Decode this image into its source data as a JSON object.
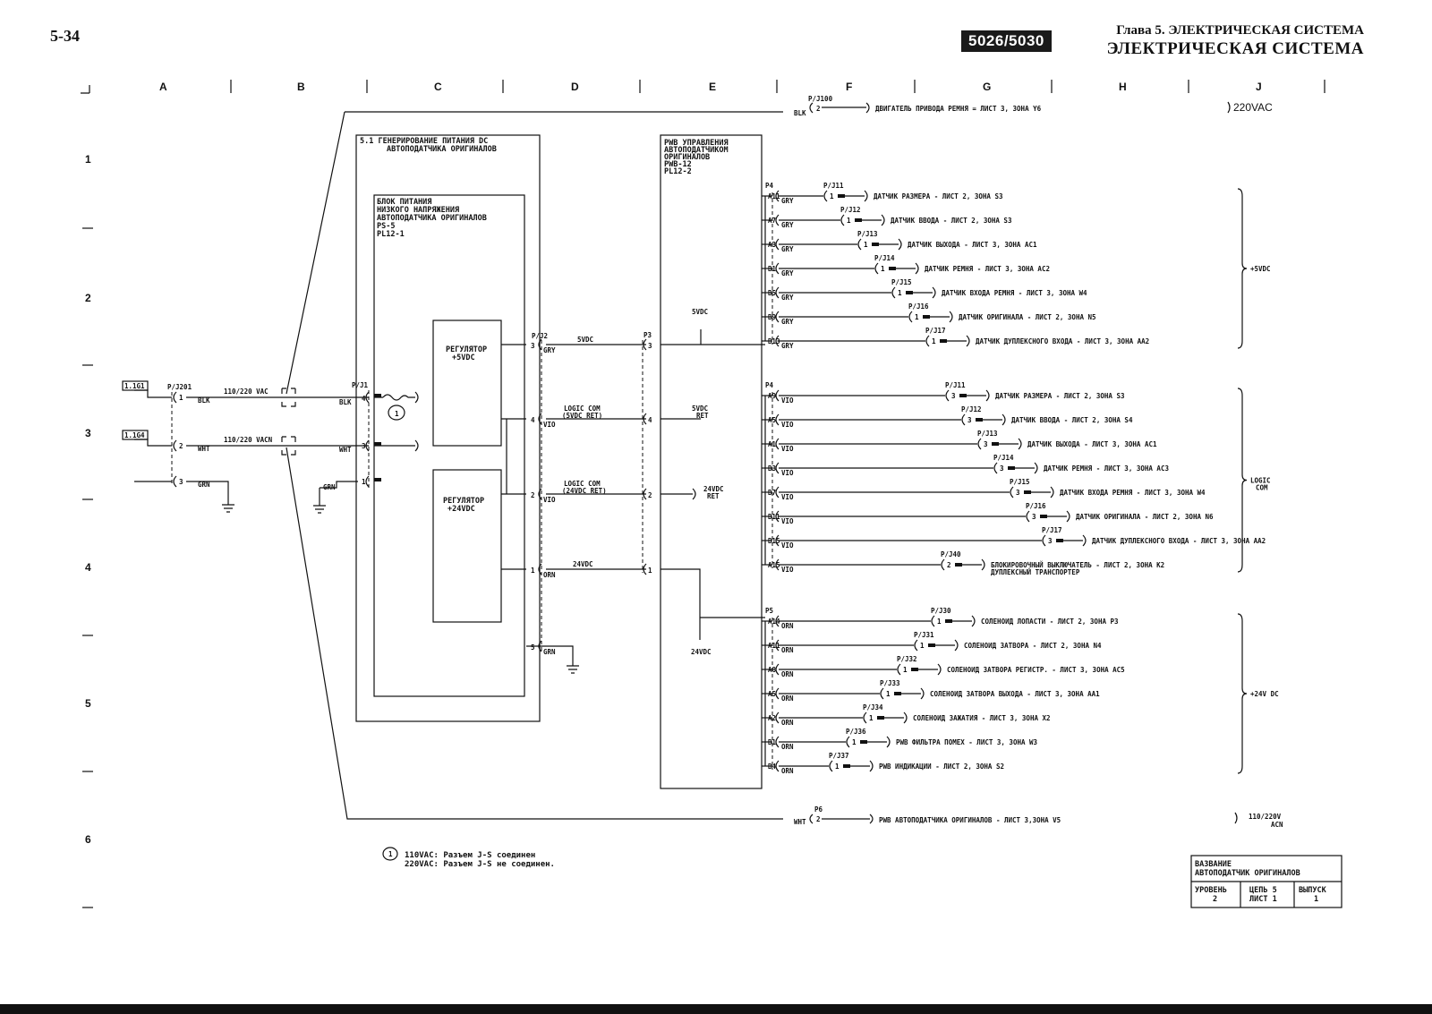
{
  "page": {
    "number": "5-34",
    "model": "5026/5030",
    "chapter": "Глава 5. ЭЛЕКТРИЧЕСКАЯ СИСТЕМА",
    "section": "ЭЛЕКТРИЧЕСКАЯ СИСТЕМА"
  },
  "grid": {
    "columns": [
      "A",
      "B",
      "C",
      "D",
      "E",
      "F",
      "G",
      "H",
      "J"
    ],
    "rows": [
      "1",
      "2",
      "3",
      "4",
      "5",
      "6"
    ]
  },
  "blocks": {
    "dc_gen": [
      "5.1 ГЕНЕРИРОВАНИЕ ПИТАНИЯ DC",
      "АВТОПОДАТЧИКА ОРИГИНАЛОВ"
    ],
    "psu": [
      "БЛОК ПИТАНИЯ",
      "НИЗКОГО НАПРЯЖЕНИЯ",
      "АВТОПОДАТЧИКА ОРИГИНАЛОВ",
      "PS-5",
      "PL12-1"
    ],
    "reg5": [
      "РЕГУЛЯТОР",
      "+5VDC"
    ],
    "reg24": [
      "РЕГУЛЯТОР",
      "+24VDC"
    ],
    "pwb": [
      "PWB УПРАВЛЕНИЯ",
      "АВТОПОДАТЧИКОМ",
      "ОРИГИНАЛОВ",
      "PWB-12",
      "PL12-2"
    ]
  },
  "left_side": {
    "refs": [
      "1.1G1",
      "1.1G4"
    ],
    "connector": "P/J201",
    "pins": [
      "1",
      "2",
      "3"
    ],
    "wire_colors": [
      "BLK",
      "WHT",
      "GRN"
    ],
    "line_labels": [
      "110/220 VAC",
      "110/220 VACN"
    ],
    "pj1": "P/J1",
    "pj1_pins": [
      "4",
      "3",
      "1"
    ],
    "pj1_colors": [
      "BLK",
      "WHT",
      "GRN"
    ],
    "note_symbol": "1"
  },
  "mid": {
    "pj2": "P/J2",
    "pj2_pins": [
      "3",
      "4",
      "2",
      "1",
      "5"
    ],
    "pj2_colors": [
      "GRY",
      "VIO",
      "VIO",
      "ORN",
      "GRN"
    ],
    "lines": [
      "5VDC",
      "LOGIC COM",
      "(5VDC RET)",
      "LOGIC COM",
      "(24VDC RET)",
      "24VDC"
    ],
    "p3": "P3",
    "p3_pins": [
      "3",
      "4",
      "2",
      "1"
    ],
    "pwb_labels": [
      "5VDC",
      "5VDC",
      "RET",
      "24VDC",
      "RET",
      "24VDC"
    ]
  },
  "top_line": {
    "connector": "P/J100",
    "pin": "2",
    "color": "BLK",
    "text": "ДВИГАТЕЛЬ ПРИВОДА РЕМНЯ = ЛИСТ 3, ЗОНА Y6",
    "voltage": "220VAC"
  },
  "bottom_line": {
    "connector": "P6",
    "pin": "2",
    "color": "WHT",
    "text": "PWB АВТОПОДАТЧИКА ОРИГИНАЛОВ - ЛИСТ 3,ЗОНА V5",
    "voltage1": "110/220V",
    "voltage2": "ACN"
  },
  "groups": [
    {
      "connector": "P4",
      "voltage": "+5VDC",
      "rows": [
        {
          "pin": "A11",
          "color": "GRY",
          "pj": "P/J11",
          "pjpin": "1",
          "text": "ДАТЧИК РАЗМЕРА - ЛИСТ 2, ЗОНА S3"
        },
        {
          "pin": "A7",
          "color": "GRY",
          "pj": "P/J12",
          "pjpin": "1",
          "text": "ДАТЧИК ВВОДА - ЛИСТ 2, ЗОНА S3"
        },
        {
          "pin": "A3",
          "color": "GRY",
          "pj": "P/J13",
          "pjpin": "1",
          "text": "ДАТЧИК ВЫХОДА - ЛИСТ 3, ЗОНА AC1"
        },
        {
          "pin": "B1",
          "color": "GRY",
          "pj": "P/J14",
          "pjpin": "1",
          "text": "ДАТЧИК РЕМНЯ - ЛИСТ 3, ЗОНА AC2"
        },
        {
          "pin": "B5",
          "color": "GRY",
          "pj": "P/J15",
          "pjpin": "1",
          "text": "ДАТЧИК ВХОДА РЕМНЯ - ЛИСТ 3, ЗОНА W4"
        },
        {
          "pin": "B9",
          "color": "GRY",
          "pj": "P/J16",
          "pjpin": "1",
          "text": "ДАТЧИК ОРИГИНАЛА - ЛИСТ 2, ЗОНА N5"
        },
        {
          "pin": "B13",
          "color": "GRY",
          "pj": "P/J17",
          "pjpin": "1",
          "text": "ДАТЧИК ДУПЛЕКСНОГО ВХОДА - ЛИСТ 3, ЗОНА AA2"
        }
      ]
    },
    {
      "connector": "P4",
      "voltage": "LOGIC",
      "voltage2": "COM",
      "rows": [
        {
          "pin": "A9",
          "color": "VIO",
          "pj": "P/J11",
          "pjpin": "3",
          "text": "ДАТЧИК РАЗМЕРА - ЛИСТ 2, ЗОНА S3"
        },
        {
          "pin": "A5",
          "color": "VIO",
          "pj": "P/J12",
          "pjpin": "3",
          "text": "ДАТЧИК ВВОДА - ЛИСТ 2, ЗОНА S4"
        },
        {
          "pin": "A1",
          "color": "VIO",
          "pj": "P/J13",
          "pjpin": "3",
          "text": "ДАТЧИК ВЫХОДА - ЛИСТ 3, ЗОНА AC1"
        },
        {
          "pin": "B3",
          "color": "VIO",
          "pj": "P/J14",
          "pjpin": "3",
          "text": "ДАТЧИК РЕМНЯ - ЛИСТ 3, ЗОНА AC3"
        },
        {
          "pin": "B7",
          "color": "VIO",
          "pj": "P/J15",
          "pjpin": "3",
          "text": "ДАТЧИК ВХОДА РЕМНЯ - ЛИСТ 3, ЗОНА W4"
        },
        {
          "pin": "B11",
          "color": "VIO",
          "pj": "P/J16",
          "pjpin": "3",
          "text": "ДАТЧИК ОРИГИНАЛА - ЛИСТ 2, ЗОНА N6"
        },
        {
          "pin": "B15",
          "color": "VIO",
          "pj": "P/J17",
          "pjpin": "3",
          "text": "ДАТЧИК ДУПЛЕКСНОГО ВХОДА - ЛИСТ 3, ЗОНА AA2"
        },
        {
          "pin": "A15",
          "color": "VIO",
          "pj": "P/J40",
          "pjpin": "2",
          "text": "БЛОКИРОВОЧНЫЙ ВЫКЛЮЧАТЕЛЬ - ЛИСТ 2, ЗОНА K2",
          "text2": "ДУПЛЕКСНЫЙ ТРАНСПОРТЕР"
        }
      ]
    },
    {
      "connector": "P5",
      "voltage": "+24V DC",
      "rows": [
        {
          "pin": "A14",
          "color": "ORN",
          "pj": "P/J30",
          "pjpin": "1",
          "text": "СОЛЕНОИД ЛОПАСТИ - ЛИСТ 2, ЗОНА P3"
        },
        {
          "pin": "A11",
          "color": "ORN",
          "pj": "P/J31",
          "pjpin": "1",
          "text": "СОЛЕНОИД ЗАТВОРА - ЛИСТ 2, ЗОНА N4"
        },
        {
          "pin": "A8",
          "color": "ORN",
          "pj": "P/J32",
          "pjpin": "1",
          "text": "СОЛЕНОИД ЗАТВОРА РЕГИСТР. - ЛИСТ 3, ЗОНА AC5"
        },
        {
          "pin": "A5",
          "color": "ORN",
          "pj": "P/J33",
          "pjpin": "1",
          "text": "СОЛЕНОИД ЗАТВОРА ВЫХОДА - ЛИСТ 3, ЗОНА AA1"
        },
        {
          "pin": "A2",
          "color": "ORN",
          "pj": "P/J34",
          "pjpin": "1",
          "text": "СОЛЕНОИД ЗАЖАТИЯ - ЛИСТ 3, ЗОНА X2"
        },
        {
          "pin": "B1",
          "color": "ORN",
          "pj": "P/J36",
          "pjpin": "1",
          "text": "PWB ФИЛЬТРА ПОМЕХ - ЛИСТ 3, ЗОНА W3"
        },
        {
          "pin": "B4",
          "color": "ORN",
          "pj": "P/J37",
          "pjpin": "1",
          "text": "PWB ИНДИКАЦИИ - ЛИСТ 2, ЗОНА S2"
        }
      ]
    }
  ],
  "notes": [
    "110VAC: Разъем J-S соединен",
    "220VAC: Разъем J-S не соединен."
  ],
  "title_block": {
    "name_label": "ВАЗВАНИЕ",
    "name": "АВТОПОДАТЧИК ОРИГИНАЛОВ",
    "level_label": "УРОВЕНЬ",
    "level": "2",
    "circuit_label": "ЦЕПЬ 5",
    "circuit_sheet": "ЛИСТ 1",
    "issue_label": "ВЫПУСК",
    "issue": "1"
  }
}
